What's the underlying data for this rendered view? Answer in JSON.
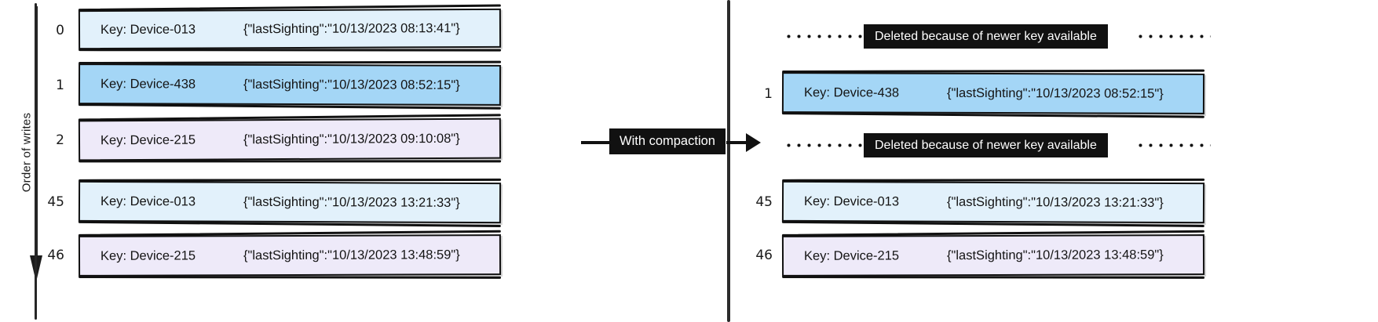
{
  "diagram": {
    "axis": {
      "label": "Order of writes",
      "arrow_icon": "down-arrow-icon"
    },
    "transition": {
      "label": "With compaction",
      "arrow_icon": "right-arrow-icon"
    },
    "left_panel": {
      "name": "uncompacted-log",
      "rows": [
        {
          "index": "0",
          "key": "Key: Device-013",
          "value": "{\"lastSighting\":\"10/13/2023 08:13:41\"}",
          "color": "#e2f1fb",
          "color_name": "lightblue"
        },
        {
          "index": "1",
          "key": "Key: Device-438",
          "value": "{\"lastSighting\":\"10/13/2023 08:52:15\"}",
          "color": "#a4d6f6",
          "color_name": "blue"
        },
        {
          "index": "2",
          "key": "Key: Device-215",
          "value": "{\"lastSighting\":\"10/13/2023 09:10:08\"}",
          "color": "#eeeaf9",
          "color_name": "lavender"
        },
        {
          "index": "45",
          "key": "Key: Device-013",
          "value": "{\"lastSighting\":\"10/13/2023 13:21:33\"}",
          "color": "#e2f1fb",
          "color_name": "lightblue"
        },
        {
          "index": "46",
          "key": "Key: Device-215",
          "value": "{\"lastSighting\":\"10/13/2023 13:48:59\"}",
          "color": "#eeeaf9",
          "color_name": "lavender"
        }
      ]
    },
    "right_panel": {
      "name": "compacted-log",
      "rows": [
        {
          "type": "deleted",
          "index": "",
          "banner": "Deleted because of newer key available"
        },
        {
          "type": "record",
          "index": "1",
          "key": "Key: Device-438",
          "value": "{\"lastSighting\":\"10/13/2023 08:52:15\"}",
          "color": "#a4d6f6",
          "color_name": "blue"
        },
        {
          "type": "deleted",
          "index": "",
          "banner": "Deleted because of newer key available"
        },
        {
          "type": "record",
          "index": "45",
          "key": "Key: Device-013",
          "value": "{\"lastSighting\":\"10/13/2023 13:21:33\"}",
          "color": "#e2f1fb",
          "color_name": "lightblue"
        },
        {
          "type": "record",
          "index": "46",
          "key": "Key: Device-215",
          "value": "{\"lastSighting\":\"10/13/2023 13:48:59\"}",
          "color": "#eeeaf9",
          "color_name": "lavender"
        }
      ]
    }
  }
}
